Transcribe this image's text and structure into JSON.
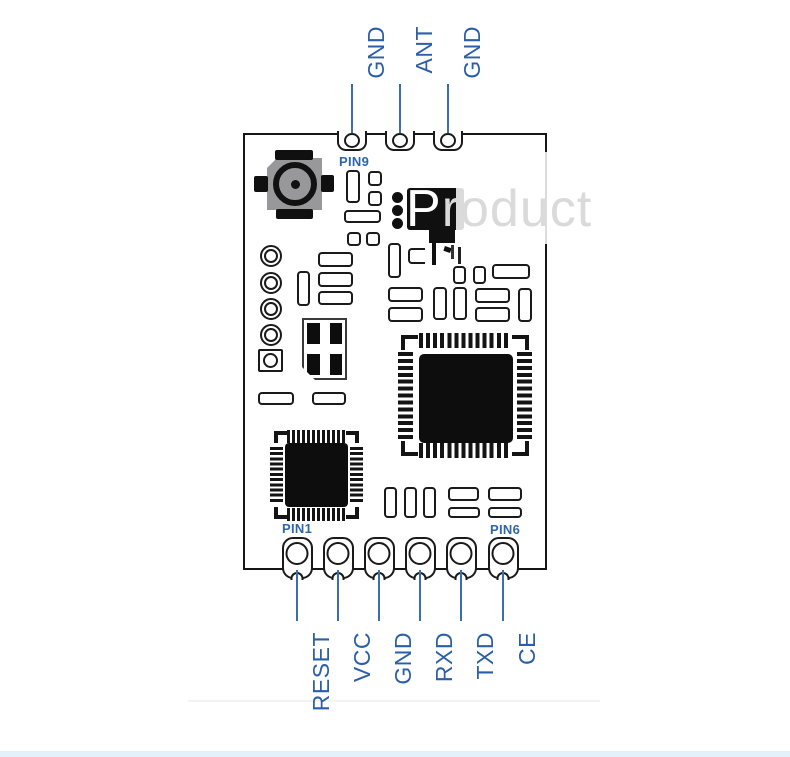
{
  "module_diagram": {
    "title_hint": "RF module pinout diagram",
    "top_labels": [
      "GND",
      "ANT",
      "GND"
    ],
    "bottom_labels": [
      "RESET",
      "VCC",
      "GND",
      "RXD",
      "TXD",
      "CE"
    ],
    "markers": {
      "pin9": "PIN9",
      "pin1": "PIN1",
      "pin6": "PIN6"
    },
    "watermark": {
      "first_letter": "P",
      "rest": "roduct"
    },
    "colors": {
      "label_blue": "#2b5fa8",
      "line_blue": "#3b6db3",
      "marker_blue": "#2e66ad",
      "board_stroke": "#161616",
      "connector_gray": "#98989a",
      "watermark_gray": "#dadada",
      "footer_bar_blue": "#e3f1fc"
    }
  }
}
